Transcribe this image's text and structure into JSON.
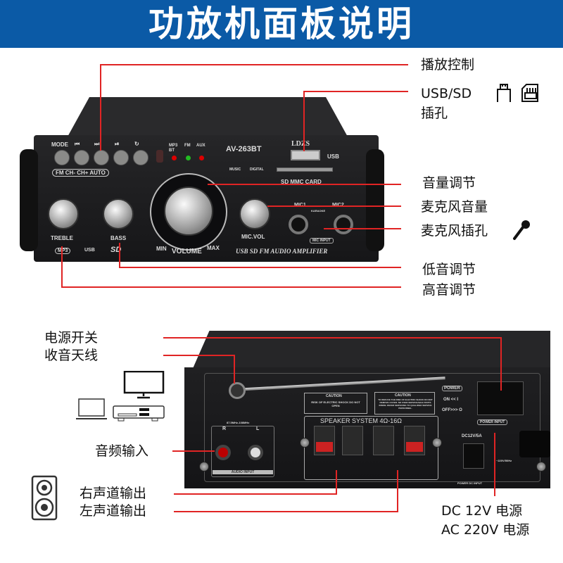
{
  "title": "功放机面板说明",
  "front_labels": {
    "playback": "播放控制",
    "usb_sd_line1": "USB/SD",
    "usb_sd_line2": "插孔",
    "volume": "音量调节",
    "mic_volume": "麦克风音量",
    "mic_jack": "麦克风插孔",
    "bass": "低音调节",
    "treble": "高音调节"
  },
  "back_labels": {
    "power_switch": "电源开关",
    "antenna": "收音天线",
    "audio_input": "音频输入",
    "right_out": "右声道输出",
    "left_out": "左声道输出",
    "dc": "DC 12V 电源",
    "ac": "AC 220V 电源"
  },
  "front_panel": {
    "buttons_top": [
      "MODE",
      "⏮",
      "⏭",
      "⏯",
      "↻"
    ],
    "buttons_bottom": "FM  CH-  CH+ AUTO",
    "indicators": [
      "MP3 BT",
      "FM",
      "AUX"
    ],
    "model": "AV-263BT",
    "brand": "LDZS",
    "usb": "USB",
    "sd_card": "SD MMC CARD",
    "music": "MUSIC",
    "digital": "DIGITAL",
    "treble": "TREBLE",
    "bass": "BASS",
    "volume": "VOLUME",
    "min": "MIN",
    "max": "MAX",
    "mic_vol": "MIC.VOL",
    "mic1": "MIC1",
    "mic2": "MIC2",
    "karaoke": "KARAOKE",
    "mic_input": "MIC INPUT",
    "logos": [
      "MP3",
      "USB",
      "SD"
    ],
    "slogan": "USB SD FM AUDIO AMPLIFIER"
  },
  "back_panel": {
    "caution1_title": "CAUTION",
    "caution1_text": "RISK OF ELECTRIC SHOCK DO NOT OPEN",
    "caution2_title": "CAUTION",
    "caution2_text": "TO REDUCE THE RISK OF ELECTRIC SHOCK DO NOT REMOVE COVER. NO USER-SERVICEABLE PARTS INSIDE. REFER SERVICING TO QUALIFIED SERVICE PERSONNEL.",
    "speaker_system": "SPEAKER SYSTEM 4Ω-16Ω",
    "audio_input": "AUDIO INPUT",
    "fm_range": "87.5MHz-108MHz",
    "r": "R",
    "l": "L",
    "power": "POWER",
    "on": "ON << I",
    "off": "OFF>>> O",
    "power_input": "POWER INPUT",
    "dc_rating": "DC12V/5A",
    "power_dc_input": "POWER DC INPUT",
    "ac_rating": "~220V/50Hz"
  },
  "colors": {
    "header": "#0b5aa6",
    "leader_line": "#e02424",
    "device": "#1d1d1f"
  },
  "icons": [
    "usb-drive-icon",
    "sd-card-icon",
    "microphone-icon",
    "tv-icon",
    "laptop-icon",
    "dvd-player-icon",
    "speaker-icon"
  ]
}
